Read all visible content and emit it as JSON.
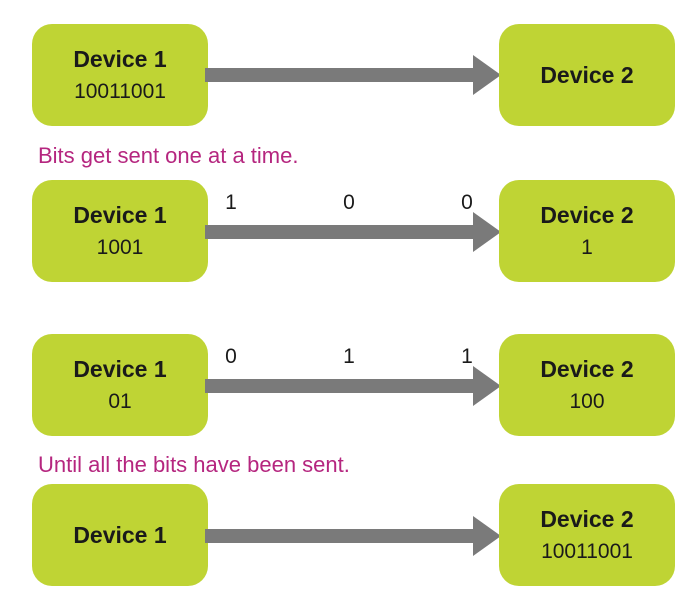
{
  "colors": {
    "box": "#bfd434",
    "arrow": "#7a7a7a",
    "caption": "#b5267f",
    "text": "#1a1a1a"
  },
  "rows": [
    {
      "left": {
        "title": "Device 1",
        "bits": "10011001"
      },
      "right": {
        "title": "Device 2",
        "bits": ""
      },
      "flow": []
    },
    {
      "left": {
        "title": "Device 1",
        "bits": "1001"
      },
      "right": {
        "title": "Device 2",
        "bits": "1"
      },
      "flow": [
        "1",
        "0",
        "0"
      ]
    },
    {
      "left": {
        "title": "Device 1",
        "bits": "01"
      },
      "right": {
        "title": "Device 2",
        "bits": "100"
      },
      "flow": [
        "0",
        "1",
        "1"
      ]
    },
    {
      "left": {
        "title": "Device 1",
        "bits": ""
      },
      "right": {
        "title": "Device 2",
        "bits": "10011001"
      },
      "flow": []
    }
  ],
  "captions": {
    "first": "Bits get sent one at a time.",
    "second": "Until all the bits have been sent."
  }
}
